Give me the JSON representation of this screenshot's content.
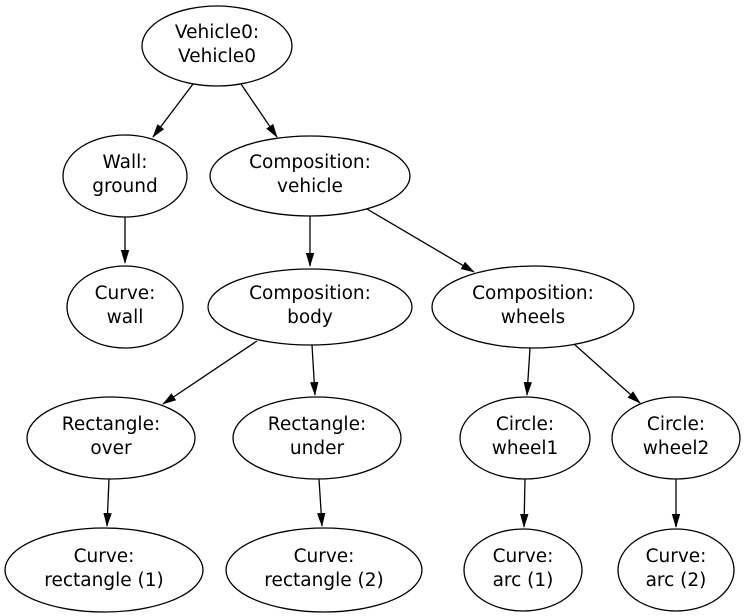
{
  "diagram": {
    "type": "directed-graph-tree",
    "background_color": "#ffffff",
    "node_fill_color": "#ffffff",
    "node_stroke_color": "#000000",
    "text_color": "#000000",
    "nodes": [
      {
        "id": "vehicle0",
        "line1": "Vehicle0:",
        "line2": "Vehicle0"
      },
      {
        "id": "wall-ground",
        "line1": "Wall:",
        "line2": "ground"
      },
      {
        "id": "composition-vehicle",
        "line1": "Composition:",
        "line2": "vehicle"
      },
      {
        "id": "curve-wall",
        "line1": "Curve:",
        "line2": "wall"
      },
      {
        "id": "composition-body",
        "line1": "Composition:",
        "line2": "body"
      },
      {
        "id": "composition-wheels",
        "line1": "Composition:",
        "line2": "wheels"
      },
      {
        "id": "rectangle-over",
        "line1": "Rectangle:",
        "line2": "over"
      },
      {
        "id": "rectangle-under",
        "line1": "Rectangle:",
        "line2": "under"
      },
      {
        "id": "circle-wheel1",
        "line1": "Circle:",
        "line2": "wheel1"
      },
      {
        "id": "circle-wheel2",
        "line1": "Circle:",
        "line2": "wheel2"
      },
      {
        "id": "curve-rectangle-1",
        "line1": "Curve:",
        "line2": "rectangle (1)"
      },
      {
        "id": "curve-rectangle-2",
        "line1": "Curve:",
        "line2": "rectangle (2)"
      },
      {
        "id": "curve-arc-1",
        "line1": "Curve:",
        "line2": "arc (1)"
      },
      {
        "id": "curve-arc-2",
        "line1": "Curve:",
        "line2": "arc (2)"
      }
    ],
    "edges": [
      {
        "from": "vehicle0",
        "to": "wall-ground"
      },
      {
        "from": "vehicle0",
        "to": "composition-vehicle"
      },
      {
        "from": "wall-ground",
        "to": "curve-wall"
      },
      {
        "from": "composition-vehicle",
        "to": "composition-body"
      },
      {
        "from": "composition-vehicle",
        "to": "composition-wheels"
      },
      {
        "from": "composition-body",
        "to": "rectangle-over"
      },
      {
        "from": "composition-body",
        "to": "rectangle-under"
      },
      {
        "from": "composition-wheels",
        "to": "circle-wheel1"
      },
      {
        "from": "composition-wheels",
        "to": "circle-wheel2"
      },
      {
        "from": "rectangle-over",
        "to": "curve-rectangle-1"
      },
      {
        "from": "rectangle-under",
        "to": "curve-rectangle-2"
      },
      {
        "from": "circle-wheel1",
        "to": "curve-arc-1"
      },
      {
        "from": "circle-wheel2",
        "to": "curve-arc-2"
      }
    ]
  }
}
